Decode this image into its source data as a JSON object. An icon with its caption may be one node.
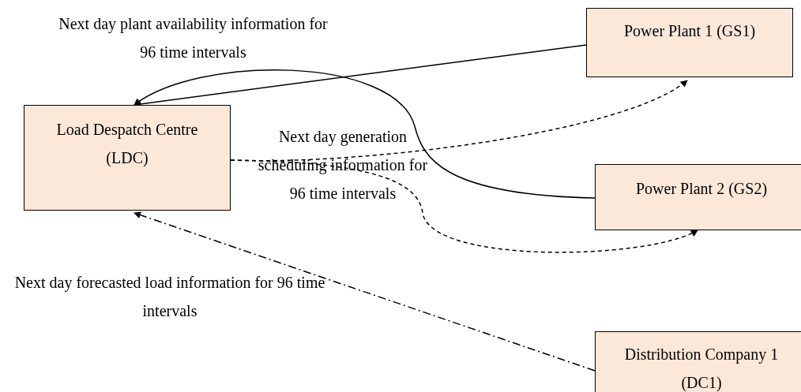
{
  "diagram": {
    "nodes": [
      {
        "text": [
          "Load Despatch Centre (LDC)"
        ]
      },
      {
        "text": [
          "Power Plant 1 (GS1)"
        ]
      },
      {
        "text": [
          "Power Plant 2 (GS2)"
        ]
      },
      {
        "text": [
          "Distribution Company 1 (DC1)"
        ]
      }
    ],
    "edges": [
      {
        "from": 1,
        "to": 0,
        "arrow": "to"
      },
      {
        "from": 2,
        "to": 0,
        "arrow": "to"
      },
      {
        "from": 0,
        "to": 1,
        "arrow": "to",
        "style": "dashed"
      },
      {
        "from": 0,
        "to": 2,
        "arrow": "to",
        "style": "dashed"
      },
      {
        "from": 3,
        "to": 0,
        "arrow": "to",
        "style": "dashed"
      }
    ],
    "labels": [
      "Next day plant availability information for 96 time intervals",
      "Next day generation scheduling information for 96 time intervals",
      "Next day forecasted load information for 96 time intervals"
    ]
  }
}
